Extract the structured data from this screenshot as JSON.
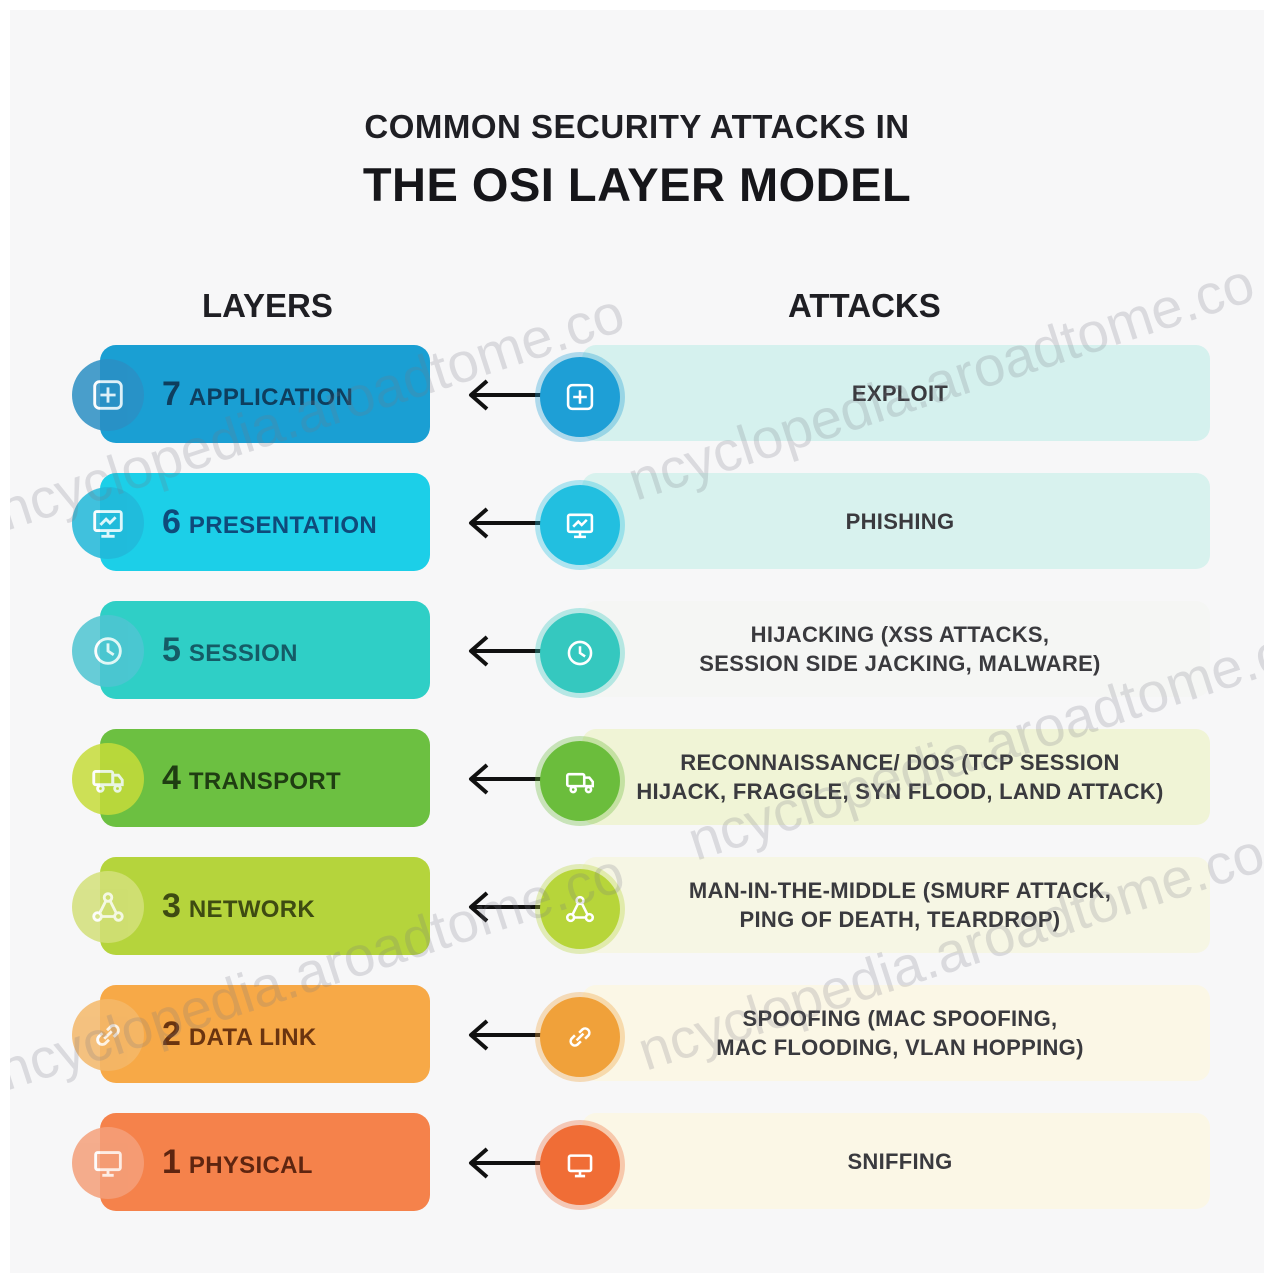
{
  "title": {
    "line1": "COMMON SECURITY ATTACKS IN",
    "line2": "THE OSI LAYER MODEL"
  },
  "columns": {
    "layers": "LAYERS",
    "attacks": "ATTACKS"
  },
  "rows": [
    {
      "number": "7",
      "layer": "APPLICATION",
      "attack": "EXPLOIT",
      "icon": "app-icon",
      "bar_color": "#1a9fd3",
      "circle_color": "#2b8fc4",
      "num_color": "#0e3e5e",
      "attack_circle": "#1e9fd6",
      "attack_box": "#d5f1ee"
    },
    {
      "number": "6",
      "layer": "PRESENTATION",
      "attack": "PHISHING",
      "icon": "presentation-icon",
      "bar_color": "#1ccfe8",
      "circle_color": "#21b8d9",
      "num_color": "#0f4a7a",
      "attack_circle": "#22bfe0",
      "attack_box": "#d8f2ee"
    },
    {
      "number": "5",
      "layer": "SESSION",
      "attack": "HIJACKING (XSS ATTACKS,\nSESSION SIDE JACKING, MALWARE)",
      "icon": "session-icon",
      "bar_color": "#2fcfc6",
      "circle_color": "#4fc5d2",
      "num_color": "#155b66",
      "attack_circle": "#35c8bf",
      "attack_box": "#f5f6f4"
    },
    {
      "number": "4",
      "layer": "TRANSPORT",
      "attack": "RECONNAISSANCE/ DOS (TCP SESSION\nHIJACK, FRAGGLE, SYN FLOOD, LAND ATTACK)",
      "icon": "transport-icon",
      "bar_color": "#6cc041",
      "circle_color": "#c6dc3a",
      "num_color": "#1f3d12",
      "attack_circle": "#6bbd3c",
      "attack_box": "#f0f4d6"
    },
    {
      "number": "3",
      "layer": "NETWORK",
      "attack": "MAN-IN-THE-MIDDLE (SMURF ATTACK,\nPING OF DEATH, TEARDROP)",
      "icon": "network-icon",
      "bar_color": "#b5d43c",
      "circle_color": "#d3e07a",
      "num_color": "#3e4b12",
      "attack_circle": "#b7d53a",
      "attack_box": "#f6f6e4"
    },
    {
      "number": "2",
      "layer": "DATA LINK",
      "attack": "SPOOFING (MAC SPOOFING,\nMAC FLOODING, VLAN HOPPING)",
      "icon": "data-link-icon",
      "bar_color": "#f7a947",
      "circle_color": "#f4b86a",
      "num_color": "#6a3410",
      "attack_circle": "#f0a13a",
      "attack_box": "#fbf7e6"
    },
    {
      "number": "1",
      "layer": "PHYSICAL",
      "attack": "SNIFFING",
      "icon": "physical-icon",
      "bar_color": "#f5824b",
      "circle_color": "#f4a07a",
      "num_color": "#5e2510",
      "attack_circle": "#f06d36",
      "attack_box": "#fbf7e6"
    }
  ],
  "watermarks": [
    "ncyclopedia.aroadtome.co",
    "ncyclopedia.aroadtome.co",
    "ncyclopedia.aroadtome.co",
    "ncyclopedia.aroadtome.co",
    "ncyclopedia.aroadtome.co"
  ]
}
